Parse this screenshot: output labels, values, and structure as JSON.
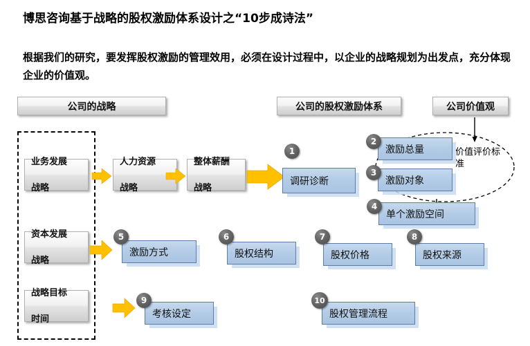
{
  "title": "博思咨询基于战略的股权激励体系设计之“10步成诗法”",
  "subtitle": "根据我们的研究，要发挥股权激励的管理效用，必须在设计过程中，以企业的战略规划为出发点，充分体现企业的价值观。",
  "headers": [
    {
      "label": "公司的战略"
    },
    {
      "label": "公司的股权激励体系"
    },
    {
      "label": "公司价值观"
    }
  ],
  "strategy_column": [
    {
      "label": "业务发展\n战略",
      "line1": "业务发展",
      "line2": "战略"
    },
    {
      "label": "资本发展\n战略",
      "line1": "资本发展",
      "line2": "战略"
    },
    {
      "label": "战略目标\n时间",
      "line1": "战略目标",
      "line2": "时间"
    }
  ],
  "strategy_chain": [
    {
      "line1": "人力资源",
      "line2": "战略"
    },
    {
      "line1": "整体薪酬",
      "line2": "战略"
    }
  ],
  "steps": [
    {
      "number": "1",
      "label": "调研诊断"
    },
    {
      "number": "2",
      "label": "激励总量"
    },
    {
      "number": "3",
      "label": "激励对象"
    },
    {
      "number": "4",
      "label": "单个激励空间"
    },
    {
      "number": "5",
      "label": "激励方式"
    },
    {
      "number": "6",
      "label": "股权结构"
    },
    {
      "number": "7",
      "label": "股权价格"
    },
    {
      "number": "8",
      "label": "股权来源"
    },
    {
      "number": "9",
      "label": "考核设定"
    },
    {
      "number": "10",
      "label": "股权管理流程"
    }
  ],
  "annotation": {
    "label": "价值评价标准"
  },
  "colors": {
    "arrow_yellow": "#FFC000",
    "box_blue": "#b3cbe6",
    "box_blue_border": "#5a7ca6",
    "badge_gray": "#595959",
    "plate_gray": "#e2e2e2"
  }
}
